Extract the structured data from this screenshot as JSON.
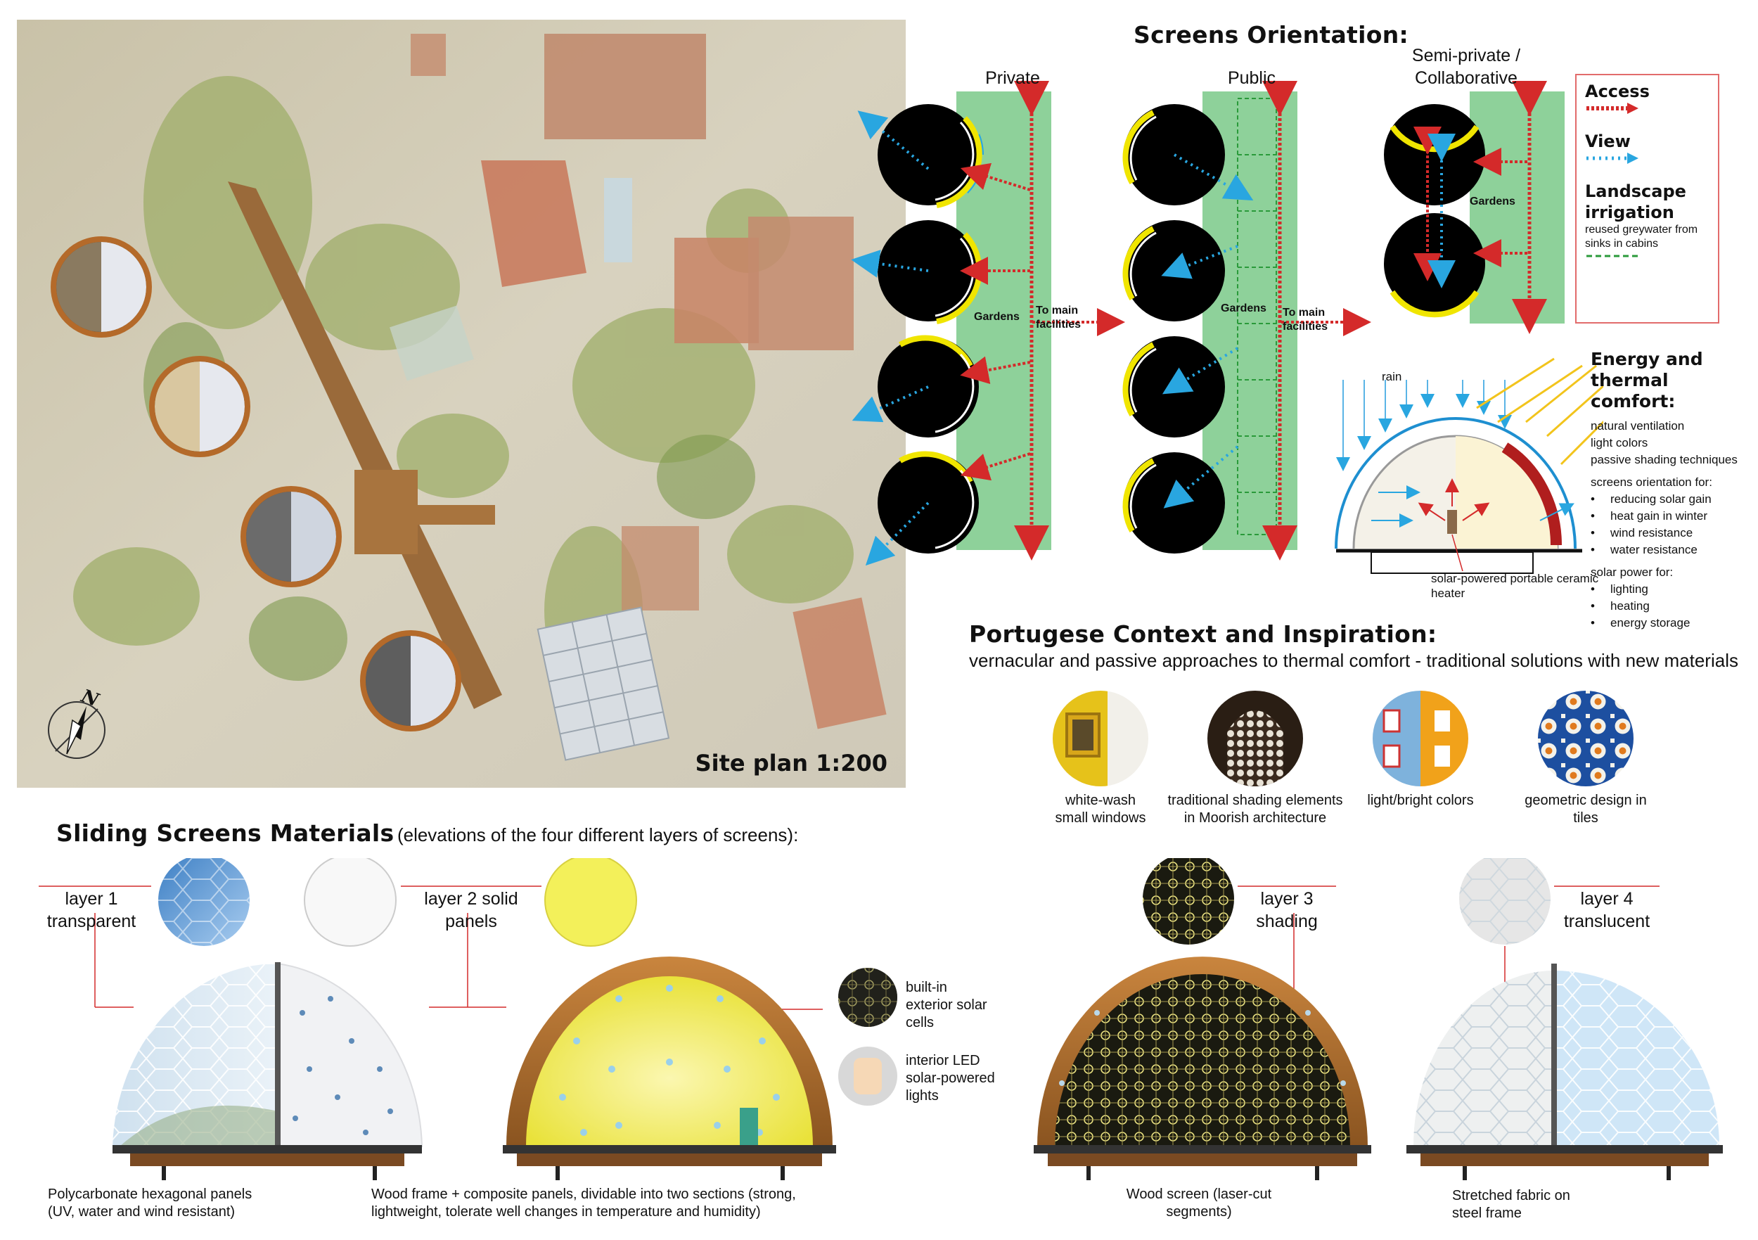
{
  "site_plan": {
    "label": "Site plan 1:200",
    "north": "N"
  },
  "orientation": {
    "title": "Screens Orientation:",
    "columns": [
      {
        "label": "Private",
        "gardens": "Gardens",
        "to_main": "To main facilities"
      },
      {
        "label": "Public",
        "gardens": "Gardens",
        "to_main": "To main facilities"
      },
      {
        "label": "Semi-private / Collaborative",
        "gardens": "Gardens"
      }
    ]
  },
  "legend": {
    "access": "Access",
    "view": "View",
    "landscape": "Landscape irrigation",
    "landscape_note": "reused greywater from sinks in cabins"
  },
  "energy": {
    "title": "Energy and thermal comfort:",
    "items": [
      "natural ventilation",
      "light colors",
      "passive shading techniques"
    ],
    "screens_head": "screens orientation for:",
    "screens_list": [
      "reducing solar gain",
      "heat gain in winter",
      "wind resistance",
      "water resistance"
    ],
    "solar_head": "solar power for:",
    "solar_list": [
      "lighting",
      "heating",
      "energy storage"
    ],
    "rain": "rain",
    "heater": "solar-powered portable ceramic heater"
  },
  "context": {
    "title": "Portugese Context and Inspiration:",
    "subtitle": "vernacular and passive approaches to thermal comfort - traditional solutions with new materials",
    "items": [
      {
        "label": "white-wash small windows"
      },
      {
        "label": "traditional shading elements in Moorish architecture"
      },
      {
        "label": "light/bright colors"
      },
      {
        "label": "geometric design in tiles"
      }
    ]
  },
  "materials": {
    "title": "Sliding Screens Materials",
    "subtitle": "(elevations of the four different layers of screens):",
    "layer1": "layer 1 transparent",
    "layer2": "layer 2 solid panels",
    "layer3": "layer 3 shading",
    "layer4": "layer 4 translucent",
    "solar_cells": "built-in exterior solar cells",
    "led": "interior LED solar-powered lights",
    "cap1": "Polycarbonate hexagonal panels (UV, water and wind resistant)",
    "cap2": "Wood frame + composite panels, dividable into two sections (strong, lightweight, tolerate well changes in temperature and humidity)",
    "cap3": "Wood screen (laser-cut segments)",
    "cap4": "Stretched fabric on steel frame"
  },
  "colors": {
    "access": "#d42a2a",
    "view": "#29a6e0",
    "garden": "#8ed19a",
    "irrigation": "#2a9a3a",
    "yellow": "#f0e500"
  }
}
